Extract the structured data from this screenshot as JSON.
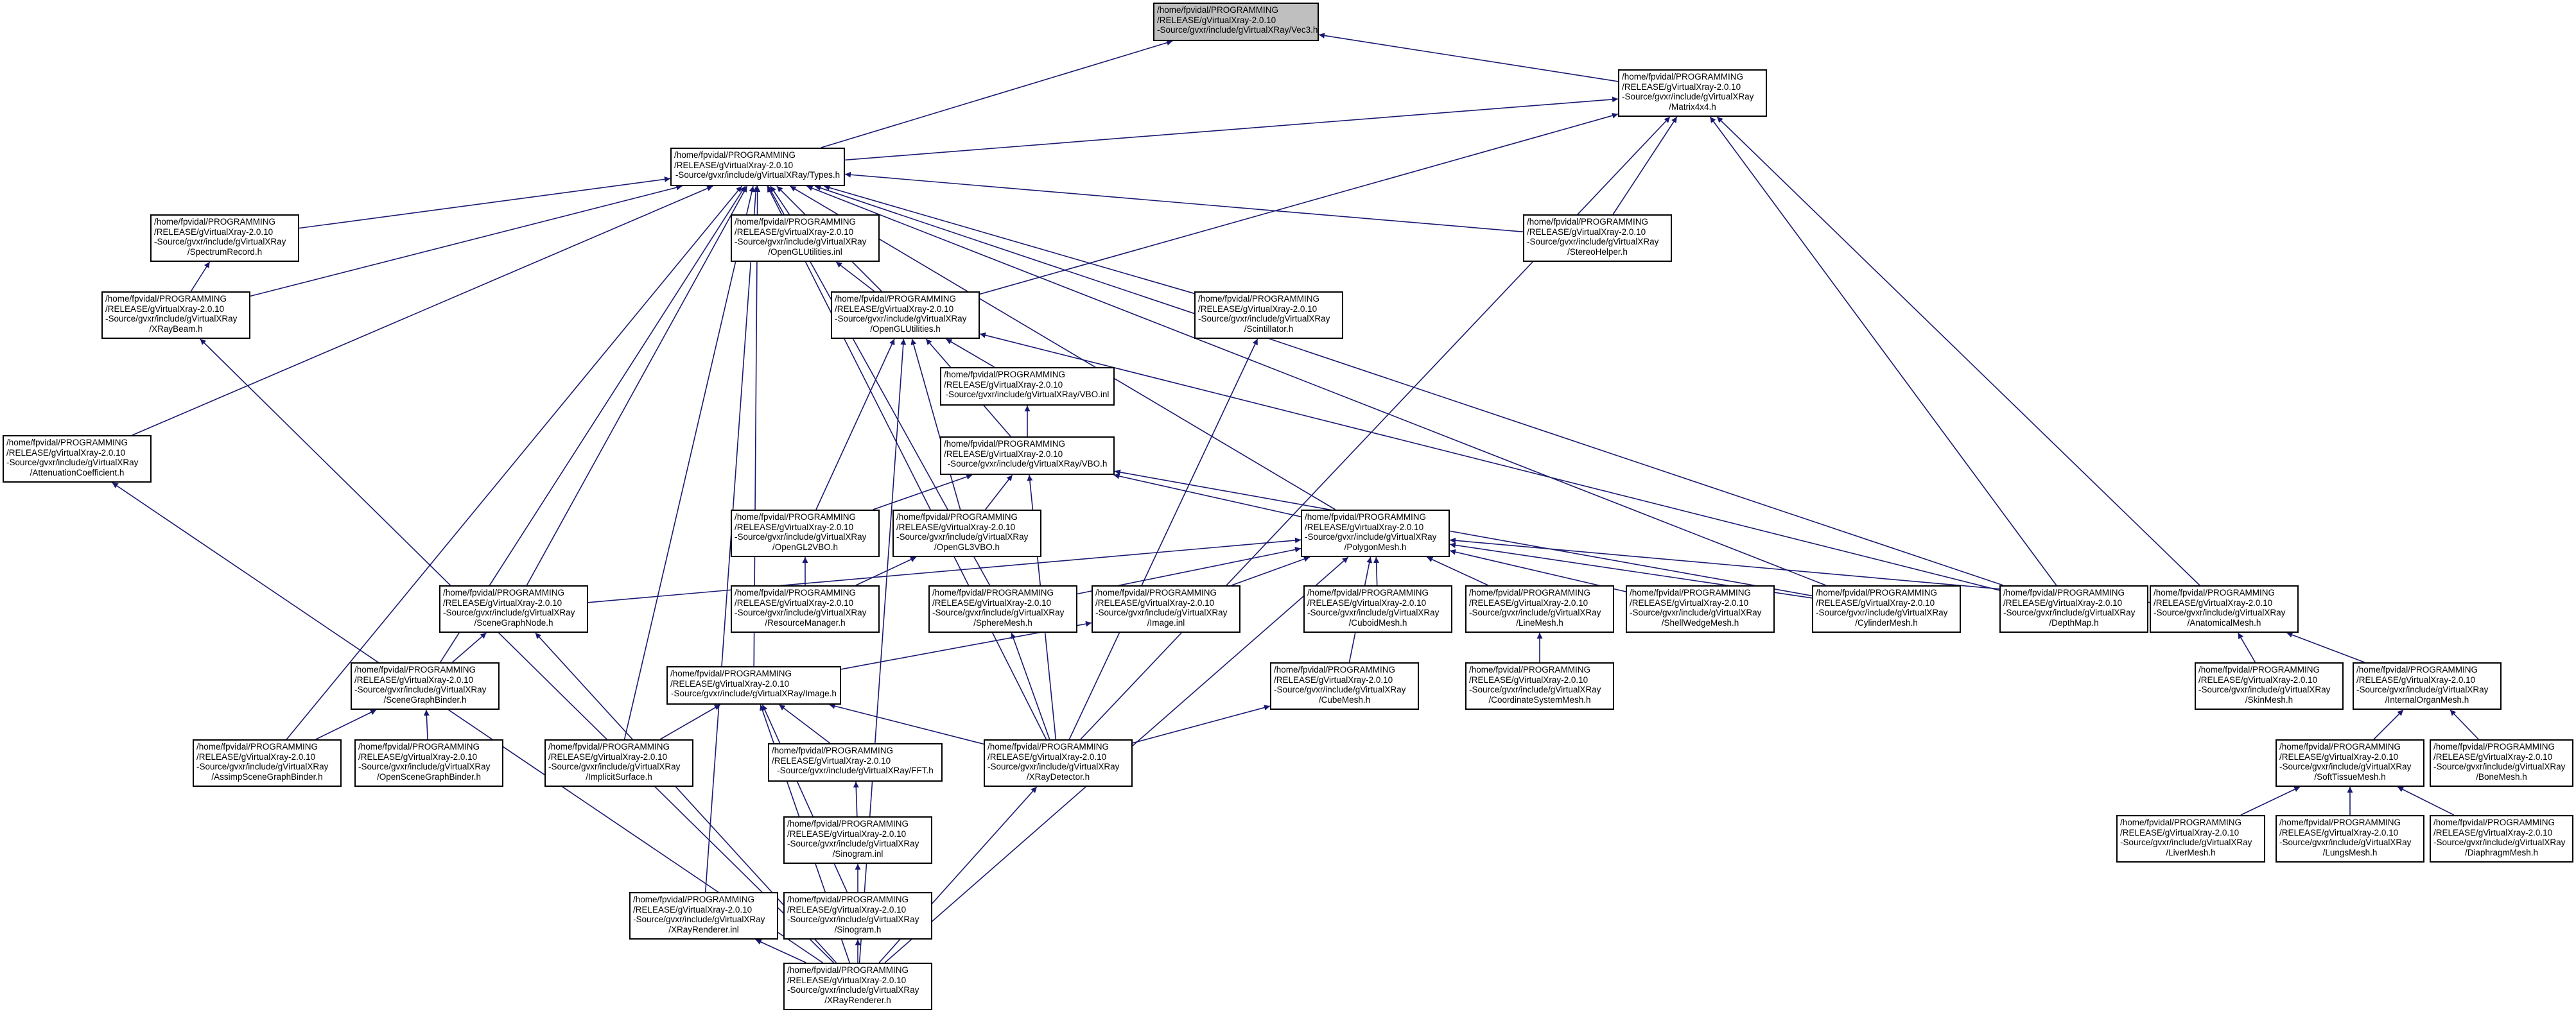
{
  "colors": {
    "edge": "#191970",
    "node_border": "#000000",
    "node_fill": "#ffffff",
    "root_fill": "#bfbfbf"
  },
  "nodes": [
    {
      "id": "vec3",
      "lines": [
        "/home/fpvidal/PROGRAMMING",
        "/RELEASE/gVirtualXray-2.0.10",
        "-Source/gvxr/include/gVirtualXRay/Vec3.h"
      ],
      "root": true
    },
    {
      "id": "matrix4x4",
      "lines": [
        "/home/fpvidal/PROGRAMMING",
        "/RELEASE/gVirtualXray-2.0.10",
        "-Source/gvxr/include/gVirtualXRay",
        "/Matrix4x4.h"
      ]
    },
    {
      "id": "types",
      "lines": [
        "/home/fpvidal/PROGRAMMING",
        "/RELEASE/gVirtualXray-2.0.10",
        "-Source/gvxr/include/gVirtualXRay/Types.h"
      ]
    },
    {
      "id": "spectrumrecord",
      "lines": [
        "/home/fpvidal/PROGRAMMING",
        "/RELEASE/gVirtualXray-2.0.10",
        "-Source/gvxr/include/gVirtualXRay",
        "/SpectrumRecord.h"
      ]
    },
    {
      "id": "openglutilities_inl",
      "lines": [
        "/home/fpvidal/PROGRAMMING",
        "/RELEASE/gVirtualXray-2.0.10",
        "-Source/gvxr/include/gVirtualXRay",
        "/OpenGLUtilities.inl"
      ]
    },
    {
      "id": "stereohelper",
      "lines": [
        "/home/fpvidal/PROGRAMMING",
        "/RELEASE/gVirtualXray-2.0.10",
        "-Source/gvxr/include/gVirtualXRay",
        "/StereoHelper.h"
      ]
    },
    {
      "id": "xraybeam",
      "lines": [
        "/home/fpvidal/PROGRAMMING",
        "/RELEASE/gVirtualXray-2.0.10",
        "-Source/gvxr/include/gVirtualXRay",
        "/XRayBeam.h"
      ]
    },
    {
      "id": "openglutilities",
      "lines": [
        "/home/fpvidal/PROGRAMMING",
        "/RELEASE/gVirtualXray-2.0.10",
        "-Source/gvxr/include/gVirtualXRay",
        "/OpenGLUtilities.h"
      ]
    },
    {
      "id": "scintillator",
      "lines": [
        "/home/fpvidal/PROGRAMMING",
        "/RELEASE/gVirtualXray-2.0.10",
        "-Source/gvxr/include/gVirtualXRay",
        "/Scintillator.h"
      ]
    },
    {
      "id": "vbo_inl",
      "lines": [
        "/home/fpvidal/PROGRAMMING",
        "/RELEASE/gVirtualXray-2.0.10",
        "-Source/gvxr/include/gVirtualXRay/VBO.inl"
      ]
    },
    {
      "id": "attenuation",
      "lines": [
        "/home/fpvidal/PROGRAMMING",
        "/RELEASE/gVirtualXray-2.0.10",
        "-Source/gvxr/include/gVirtualXRay",
        "/AttenuationCoefficient.h"
      ]
    },
    {
      "id": "vbo",
      "lines": [
        "/home/fpvidal/PROGRAMMING",
        "/RELEASE/gVirtualXray-2.0.10",
        "-Source/gvxr/include/gVirtualXRay/VBO.h"
      ]
    },
    {
      "id": "opengl2vbo",
      "lines": [
        "/home/fpvidal/PROGRAMMING",
        "/RELEASE/gVirtualXray-2.0.10",
        "-Source/gvxr/include/gVirtualXRay",
        "/OpenGL2VBO.h"
      ]
    },
    {
      "id": "opengl3vbo",
      "lines": [
        "/home/fpvidal/PROGRAMMING",
        "/RELEASE/gVirtualXray-2.0.10",
        "-Source/gvxr/include/gVirtualXRay",
        "/OpenGL3VBO.h"
      ]
    },
    {
      "id": "polygonmesh",
      "lines": [
        "/home/fpvidal/PROGRAMMING",
        "/RELEASE/gVirtualXray-2.0.10",
        "-Source/gvxr/include/gVirtualXRay",
        "/PolygonMesh.h"
      ]
    },
    {
      "id": "scenegraphnode",
      "lines": [
        "/home/fpvidal/PROGRAMMING",
        "/RELEASE/gVirtualXray-2.0.10",
        "-Source/gvxr/include/gVirtualXRay",
        "/SceneGraphNode.h"
      ]
    },
    {
      "id": "resourcemanager",
      "lines": [
        "/home/fpvidal/PROGRAMMING",
        "/RELEASE/gVirtualXray-2.0.10",
        "-Source/gvxr/include/gVirtualXRay",
        "/ResourceManager.h"
      ]
    },
    {
      "id": "spheremesh",
      "lines": [
        "/home/fpvidal/PROGRAMMING",
        "/RELEASE/gVirtualXray-2.0.10",
        "-Source/gvxr/include/gVirtualXRay",
        "/SphereMesh.h"
      ]
    },
    {
      "id": "image_inl",
      "lines": [
        "/home/fpvidal/PROGRAMMING",
        "/RELEASE/gVirtualXray-2.0.10",
        "-Source/gvxr/include/gVirtualXRay",
        "/Image.inl"
      ]
    },
    {
      "id": "cuboidmesh",
      "lines": [
        "/home/fpvidal/PROGRAMMING",
        "/RELEASE/gVirtualXray-2.0.10",
        "-Source/gvxr/include/gVirtualXRay",
        "/CuboidMesh.h"
      ]
    },
    {
      "id": "linemesh",
      "lines": [
        "/home/fpvidal/PROGRAMMING",
        "/RELEASE/gVirtualXray-2.0.10",
        "-Source/gvxr/include/gVirtualXRay",
        "/LineMesh.h"
      ]
    },
    {
      "id": "shellwedgemesh",
      "lines": [
        "/home/fpvidal/PROGRAMMING",
        "/RELEASE/gVirtualXray-2.0.10",
        "-Source/gvxr/include/gVirtualXRay",
        "/ShellWedgeMesh.h"
      ]
    },
    {
      "id": "cylindermesh",
      "lines": [
        "/home/fpvidal/PROGRAMMING",
        "/RELEASE/gVirtualXray-2.0.10",
        "-Source/gvxr/include/gVirtualXRay",
        "/CylinderMesh.h"
      ]
    },
    {
      "id": "depthmap",
      "lines": [
        "/home/fpvidal/PROGRAMMING",
        "/RELEASE/gVirtualXray-2.0.10",
        "-Source/gvxr/include/gVirtualXRay",
        "/DepthMap.h"
      ]
    },
    {
      "id": "anatomicalmesh",
      "lines": [
        "/home/fpvidal/PROGRAMMING",
        "/RELEASE/gVirtualXray-2.0.10",
        "-Source/gvxr/include/gVirtualXRay",
        "/AnatomicalMesh.h"
      ]
    },
    {
      "id": "scenegraphbinder",
      "lines": [
        "/home/fpvidal/PROGRAMMING",
        "/RELEASE/gVirtualXray-2.0.10",
        "-Source/gvxr/include/gVirtualXRay",
        "/SceneGraphBinder.h"
      ]
    },
    {
      "id": "image",
      "lines": [
        "/home/fpvidal/PROGRAMMING",
        "/RELEASE/gVirtualXray-2.0.10",
        "-Source/gvxr/include/gVirtualXRay/Image.h"
      ]
    },
    {
      "id": "cubemesh",
      "lines": [
        "/home/fpvidal/PROGRAMMING",
        "/RELEASE/gVirtualXray-2.0.10",
        "-Source/gvxr/include/gVirtualXRay",
        "/CubeMesh.h"
      ]
    },
    {
      "id": "coordinatesystemmesh",
      "lines": [
        "/home/fpvidal/PROGRAMMING",
        "/RELEASE/gVirtualXray-2.0.10",
        "-Source/gvxr/include/gVirtualXRay",
        "/CoordinateSystemMesh.h"
      ]
    },
    {
      "id": "skinmesh",
      "lines": [
        "/home/fpvidal/PROGRAMMING",
        "/RELEASE/gVirtualXray-2.0.10",
        "-Source/gvxr/include/gVirtualXRay",
        "/SkinMesh.h"
      ]
    },
    {
      "id": "internalorganmesh",
      "lines": [
        "/home/fpvidal/PROGRAMMING",
        "/RELEASE/gVirtualXray-2.0.10",
        "-Source/gvxr/include/gVirtualXRay",
        "/InternalOrganMesh.h"
      ]
    },
    {
      "id": "assimpscenegraphbinder",
      "lines": [
        "/home/fpvidal/PROGRAMMING",
        "/RELEASE/gVirtualXray-2.0.10",
        "-Source/gvxr/include/gVirtualXRay",
        "/AssimpSceneGraphBinder.h"
      ]
    },
    {
      "id": "openscenegraphbinder",
      "lines": [
        "/home/fpvidal/PROGRAMMING",
        "/RELEASE/gVirtualXray-2.0.10",
        "-Source/gvxr/include/gVirtualXRay",
        "/OpenSceneGraphBinder.h"
      ]
    },
    {
      "id": "implicitsurface",
      "lines": [
        "/home/fpvidal/PROGRAMMING",
        "/RELEASE/gVirtualXray-2.0.10",
        "-Source/gvxr/include/gVirtualXRay",
        "/ImplicitSurface.h"
      ]
    },
    {
      "id": "fft",
      "lines": [
        "/home/fpvidal/PROGRAMMING",
        "/RELEASE/gVirtualXray-2.0.10",
        "-Source/gvxr/include/gVirtualXRay/FFT.h"
      ]
    },
    {
      "id": "xraydetector",
      "lines": [
        "/home/fpvidal/PROGRAMMING",
        "/RELEASE/gVirtualXray-2.0.10",
        "-Source/gvxr/include/gVirtualXRay",
        "/XRayDetector.h"
      ]
    },
    {
      "id": "softtissuemesh",
      "lines": [
        "/home/fpvidal/PROGRAMMING",
        "/RELEASE/gVirtualXray-2.0.10",
        "-Source/gvxr/include/gVirtualXRay",
        "/SoftTissueMesh.h"
      ]
    },
    {
      "id": "bonemesh",
      "lines": [
        "/home/fpvidal/PROGRAMMING",
        "/RELEASE/gVirtualXray-2.0.10",
        "-Source/gvxr/include/gVirtualXRay",
        "/BoneMesh.h"
      ]
    },
    {
      "id": "sinogram_inl",
      "lines": [
        "/home/fpvidal/PROGRAMMING",
        "/RELEASE/gVirtualXray-2.0.10",
        "-Source/gvxr/include/gVirtualXRay",
        "/Sinogram.inl"
      ]
    },
    {
      "id": "livermesh",
      "lines": [
        "/home/fpvidal/PROGRAMMING",
        "/RELEASE/gVirtualXray-2.0.10",
        "-Source/gvxr/include/gVirtualXRay",
        "/LiverMesh.h"
      ]
    },
    {
      "id": "lungsmesh",
      "lines": [
        "/home/fpvidal/PROGRAMMING",
        "/RELEASE/gVirtualXray-2.0.10",
        "-Source/gvxr/include/gVirtualXRay",
        "/LungsMesh.h"
      ]
    },
    {
      "id": "diaphragmmesh",
      "lines": [
        "/home/fpvidal/PROGRAMMING",
        "/RELEASE/gVirtualXray-2.0.10",
        "-Source/gvxr/include/gVirtualXRay",
        "/DiaphragmMesh.h"
      ]
    },
    {
      "id": "xrayrenderer_inl",
      "lines": [
        "/home/fpvidal/PROGRAMMING",
        "/RELEASE/gVirtualXray-2.0.10",
        "-Source/gvxr/include/gVirtualXRay",
        "/XRayRenderer.inl"
      ]
    },
    {
      "id": "sinogram",
      "lines": [
        "/home/fpvidal/PROGRAMMING",
        "/RELEASE/gVirtualXray-2.0.10",
        "-Source/gvxr/include/gVirtualXRay",
        "/Sinogram.h"
      ]
    },
    {
      "id": "xrayrenderer",
      "lines": [
        "/home/fpvidal/PROGRAMMING",
        "/RELEASE/gVirtualXray-2.0.10",
        "-Source/gvxr/include/gVirtualXRay",
        "/XRayRenderer.h"
      ]
    }
  ],
  "edges": [
    [
      "types",
      "vec3"
    ],
    [
      "matrix4x4",
      "vec3"
    ],
    [
      "types",
      "matrix4x4"
    ],
    [
      "openglutilities",
      "matrix4x4"
    ],
    [
      "stereohelper",
      "matrix4x4"
    ],
    [
      "depthmap",
      "matrix4x4"
    ],
    [
      "xraydetector",
      "matrix4x4"
    ],
    [
      "anatomicalmesh",
      "matrix4x4"
    ],
    [
      "spectrumrecord",
      "types"
    ],
    [
      "xraybeam",
      "types"
    ],
    [
      "attenuation",
      "types"
    ],
    [
      "openglutilities_inl",
      "types"
    ],
    [
      "openglutilities",
      "types"
    ],
    [
      "stereohelper",
      "types"
    ],
    [
      "scintillator",
      "types"
    ],
    [
      "polygonmesh",
      "types"
    ],
    [
      "scenegraphnode",
      "types"
    ],
    [
      "scenegraphbinder",
      "types"
    ],
    [
      "image",
      "types"
    ],
    [
      "implicitsurface",
      "types"
    ],
    [
      "assimpscenegraphbinder",
      "types"
    ],
    [
      "xraydetector",
      "types"
    ],
    [
      "spheremesh",
      "types"
    ],
    [
      "cylindermesh",
      "types"
    ],
    [
      "depthmap",
      "types"
    ],
    [
      "xrayrenderer_inl",
      "types"
    ],
    [
      "xraybeam",
      "spectrumrecord"
    ],
    [
      "openglutilities",
      "openglutilities_inl"
    ],
    [
      "vbo_inl",
      "openglutilities"
    ],
    [
      "vbo",
      "openglutilities"
    ],
    [
      "opengl2vbo",
      "openglutilities"
    ],
    [
      "opengl3vbo",
      "openglutilities"
    ],
    [
      "depthmap",
      "openglutilities"
    ],
    [
      "xrayrenderer",
      "openglutilities"
    ],
    [
      "vbo",
      "vbo_inl"
    ],
    [
      "opengl2vbo",
      "vbo"
    ],
    [
      "opengl3vbo",
      "vbo"
    ],
    [
      "polygonmesh",
      "vbo"
    ],
    [
      "cylindermesh",
      "vbo"
    ],
    [
      "xraydetector",
      "vbo"
    ],
    [
      "resourcemanager",
      "opengl2vbo"
    ],
    [
      "resourcemanager",
      "opengl3vbo"
    ],
    [
      "scenegraphnode",
      "polygonmesh"
    ],
    [
      "spheremesh",
      "polygonmesh"
    ],
    [
      "image_inl",
      "polygonmesh"
    ],
    [
      "cuboidmesh",
      "polygonmesh"
    ],
    [
      "linemesh",
      "polygonmesh"
    ],
    [
      "shellwedgemesh",
      "polygonmesh"
    ],
    [
      "cylindermesh",
      "polygonmesh"
    ],
    [
      "anatomicalmesh",
      "polygonmesh"
    ],
    [
      "cubemesh",
      "polygonmesh"
    ],
    [
      "xrayrenderer",
      "polygonmesh"
    ],
    [
      "xraydetector",
      "scintillator"
    ],
    [
      "scenegraphbinder",
      "scenegraphnode"
    ],
    [
      "xrayrenderer",
      "scenegraphnode"
    ],
    [
      "xraydetector",
      "spheremesh"
    ],
    [
      "image",
      "image_inl"
    ],
    [
      "coordinatesystemmesh",
      "linemesh"
    ],
    [
      "skinmesh",
      "anatomicalmesh"
    ],
    [
      "internalorganmesh",
      "anatomicalmesh"
    ],
    [
      "assimpscenegraphbinder",
      "scenegraphbinder"
    ],
    [
      "openscenegraphbinder",
      "scenegraphbinder"
    ],
    [
      "implicitsurface",
      "image"
    ],
    [
      "fft",
      "image"
    ],
    [
      "xraydetector",
      "image"
    ],
    [
      "sinogram",
      "image"
    ],
    [
      "xrayrenderer",
      "image"
    ],
    [
      "xraydetector",
      "cubemesh"
    ],
    [
      "softtissuemesh",
      "internalorganmesh"
    ],
    [
      "bonemesh",
      "internalorganmesh"
    ],
    [
      "sinogram_inl",
      "fft"
    ],
    [
      "xrayrenderer",
      "xraydetector"
    ],
    [
      "livermesh",
      "softtissuemesh"
    ],
    [
      "lungsmesh",
      "softtissuemesh"
    ],
    [
      "diaphragmmesh",
      "softtissuemesh"
    ],
    [
      "sinogram",
      "sinogram_inl"
    ],
    [
      "xrayrenderer",
      "xrayrenderer_inl"
    ],
    [
      "xrayrenderer",
      "sinogram"
    ],
    [
      "xrayrenderer",
      "xraybeam"
    ],
    [
      "xrayrenderer",
      "attenuation"
    ]
  ]
}
